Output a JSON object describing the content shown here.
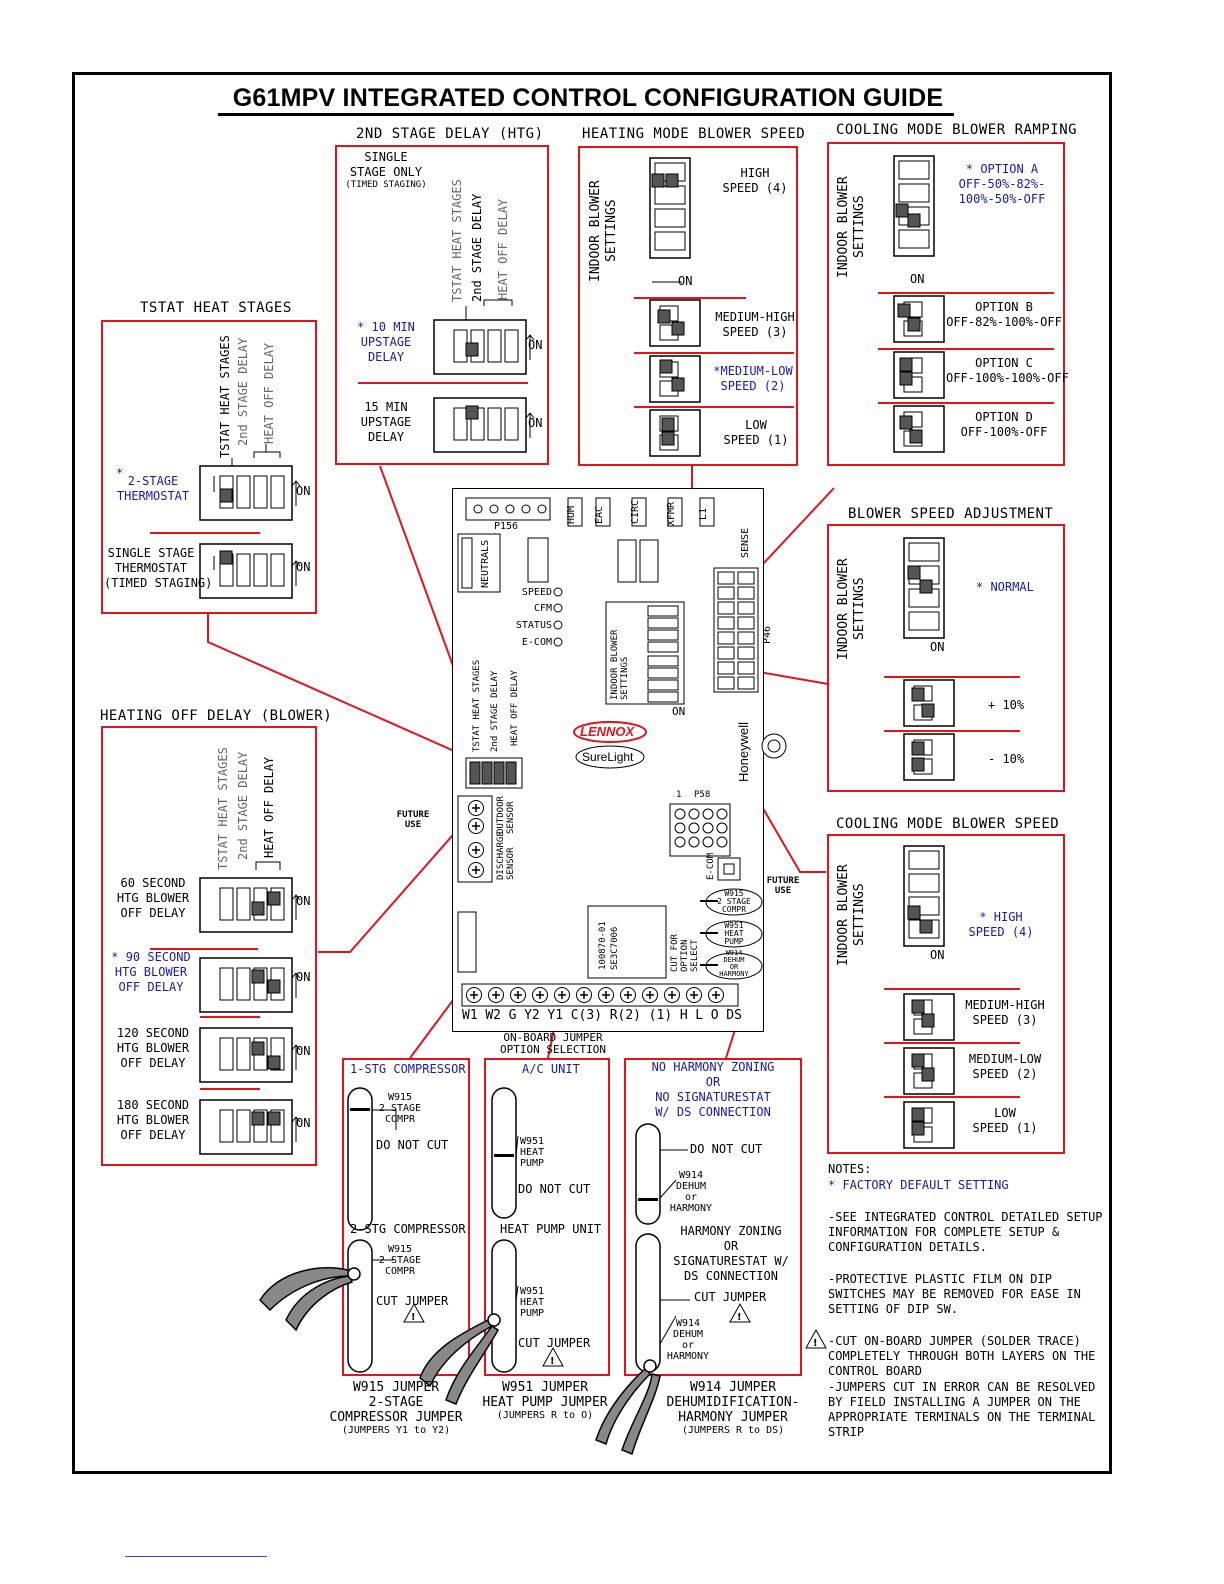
{
  "title": "G61MPV INTEGRATED CONTROL CONFIGURATION GUIDE",
  "sections": {
    "tstat_heat_stages": {
      "header": "TSTAT HEAT STAGES",
      "col_labels": [
        "TSTAT HEAT STAGES",
        "2nd STAGE DELAY",
        "HEAT OFF DELAY"
      ],
      "opt1_mark": "*",
      "opt1": [
        "2-STAGE",
        "THERMOSTAT"
      ],
      "opt2": [
        "SINGLE STAGE",
        "THERMOSTAT",
        "(TIMED STAGING)"
      ],
      "on": "ON"
    },
    "second_stage_delay": {
      "header": "2ND STAGE DELAY (HTG)",
      "top": [
        "SINGLE",
        "STAGE ONLY",
        "(TIMED STAGING)"
      ],
      "col_labels": [
        "TSTAT HEAT STAGES",
        "2nd STAGE DELAY",
        "HEAT OFF DELAY"
      ],
      "opt1": [
        "* 10 MIN",
        "UPSTAGE",
        "DELAY"
      ],
      "opt2": [
        "15 MIN",
        "UPSTAGE",
        "DELAY"
      ],
      "on": "ON"
    },
    "heating_blower_speed": {
      "header": "HEATING MODE BLOWER SPEED",
      "side": [
        "INDOOR BLOWER",
        "SETTINGS"
      ],
      "on": "ON",
      "opts": [
        [
          "HIGH",
          "SPEED (4)"
        ],
        [
          "MEDIUM-HIGH",
          "SPEED (3)"
        ],
        [
          "*MEDIUM-LOW",
          "SPEED (2)"
        ],
        [
          "LOW",
          "SPEED (1)"
        ]
      ]
    },
    "cooling_blower_ramping": {
      "header": "COOLING MODE BLOWER RAMPING",
      "side": [
        "INDOOR BLOWER",
        "SETTINGS"
      ],
      "on": "ON",
      "optA": [
        "* OPTION A",
        "OFF-50%-82%-",
        "100%-50%-OFF"
      ],
      "optB": [
        "OPTION B",
        "OFF-82%-100%-OFF"
      ],
      "optC": [
        "OPTION C",
        "OFF-100%-100%-OFF"
      ],
      "optD": [
        "OPTION D",
        "OFF-100%-OFF"
      ]
    },
    "blower_speed_adjustment": {
      "header": "BLOWER SPEED ADJUSTMENT",
      "side": [
        "INDOOR BLOWER",
        "SETTINGS"
      ],
      "on": "ON",
      "normal": "* NORMAL",
      "plus": "+ 10%",
      "minus": "- 10%"
    },
    "heating_off_delay": {
      "header": "HEATING OFF DELAY (BLOWER)",
      "col_labels": [
        "TSTAT HEAT STAGES",
        "2nd STAGE DELAY",
        "HEAT OFF DELAY"
      ],
      "opts": [
        [
          "60 SECOND",
          "HTG BLOWER",
          "OFF DELAY"
        ],
        [
          "* 90 SECOND",
          "HTG BLOWER",
          "OFF DELAY"
        ],
        [
          "120 SECOND",
          "HTG BLOWER",
          "OFF DELAY"
        ],
        [
          "180 SECOND",
          "HTG BLOWER",
          "OFF DELAY"
        ]
      ],
      "on": "ON"
    },
    "cooling_blower_speed": {
      "header": "COOLING MODE BLOWER SPEED",
      "side": [
        "INDOOR BLOWER",
        "SETTINGS"
      ],
      "on": "ON",
      "opts": [
        [
          "* HIGH",
          "SPEED (4)"
        ],
        [
          "MEDIUM-HIGH",
          "SPEED (3)"
        ],
        [
          "MEDIUM-LOW",
          "SPEED (2)"
        ],
        [
          "LOW",
          "SPEED (1)"
        ]
      ]
    }
  },
  "board": {
    "p156": "P156",
    "top_labels": [
      "HUM",
      "EAC",
      "CIRC",
      "XFMR",
      "L1"
    ],
    "sense": "SENSE",
    "neutrals": "NEUTRALS",
    "leds": [
      "SPEED",
      "CFM",
      "STATUS",
      "E-COM"
    ],
    "p46": "P46",
    "p58": "P58",
    "indoor_blower": "INDOOR BLOWER SETTINGS",
    "lennox": "LENNOX",
    "surelight": "SureLight",
    "honeywell": "Honeywell",
    "future_use": [
      "FUTURE",
      "USE"
    ],
    "future_use2": [
      "FUTURE",
      "USE"
    ],
    "outdoor_sensor": "OUTDOOR SENSOR",
    "discharge_sensor": "DISCHARGE SENSOR",
    "ecom": "E-COM",
    "part": [
      "100870-01",
      "SE3C7006"
    ],
    "cut_for": "CUT FOR OPTION SELECT",
    "w915": [
      "W915",
      "2 STAGE",
      "COMPR"
    ],
    "w951": [
      "W951",
      "HEAT",
      "PUMP"
    ],
    "w914": [
      "W914",
      "DEHUM",
      "OR",
      "HARMONY"
    ],
    "terminals": [
      "W1",
      "W2",
      "G",
      "Y2",
      "Y1",
      "C(3)",
      "R(2)",
      "(1)",
      "H",
      "L",
      "O",
      "DS"
    ],
    "col_labels": [
      "TSTAT HEAT STAGES",
      "2nd STAGE DELAY",
      "HEAT OFF DELAY"
    ],
    "on": "ON"
  },
  "jumpers": {
    "header": [
      "ON-BOARD JUMPER",
      "OPTION SELECTION"
    ],
    "compressor": {
      "top": "1-STG COMPRESSOR",
      "w": [
        "W915",
        "2 STAGE",
        "COMPR"
      ],
      "do_not_cut": "DO NOT CUT",
      "mid": "2-STG COMPRESSOR",
      "w2": [
        "W915",
        "2 STAGE",
        "COMPR"
      ],
      "cut": "CUT JUMPER",
      "caption": [
        "W915 JUMPER",
        "2-STAGE",
        "COMPRESSOR JUMPER",
        "(JUMPERS Y1 to Y2)"
      ]
    },
    "heatpump": {
      "top": "A/C UNIT",
      "w": [
        "W951",
        "HEAT",
        "PUMP"
      ],
      "do_not_cut": "DO NOT CUT",
      "mid": "HEAT PUMP UNIT",
      "w2": [
        "W951",
        "HEAT",
        "PUMP"
      ],
      "cut": "CUT JUMPER",
      "caption": [
        "W951 JUMPER",
        "HEAT PUMP JUMPER",
        "(JUMPERS R to O)"
      ]
    },
    "harmony": {
      "top": [
        "NO HARMONY ZONING",
        "OR",
        "NO SIGNATURESTAT",
        "W/ DS CONNECTION"
      ],
      "do_not_cut": "DO NOT CUT",
      "w": [
        "W914",
        "DEHUM",
        "or",
        "HARMONY"
      ],
      "mid": [
        "HARMONY ZONING",
        "OR",
        "SIGNATURESTAT W/",
        "DS CONNECTION"
      ],
      "cut": "CUT JUMPER",
      "w2": [
        "W914",
        "DEHUM",
        "or",
        "HARMONY"
      ],
      "caption": [
        "W914 JUMPER",
        "DEHUMIDIFICATION-",
        "HARMONY JUMPER",
        "(JUMPERS R to DS)"
      ]
    }
  },
  "notes": {
    "title": "NOTES:",
    "default": "* FACTORY DEFAULT SETTING",
    "n1": [
      "-SEE INTEGRATED CONTROL DETAILED SETUP",
      "INFORMATION FOR COMPLETE SETUP &",
      "CONFIGURATION DETAILS."
    ],
    "n2": [
      "-PROTECTIVE PLASTIC FILM ON DIP",
      "SWITCHES MAY BE REMOVED FOR EASE IN",
      "SETTING OF DIP SW."
    ],
    "n3": [
      "-CUT ON-BOARD JUMPER (SOLDER TRACE)",
      "COMPLETELY THROUGH BOTH LAYERS ON THE",
      "CONTROL BOARD"
    ],
    "n4": [
      "-JUMPERS CUT IN ERROR CAN BE RESOLVED",
      "BY FIELD INSTALLING A JUMPER ON THE",
      "APPROPRIATE TERMINALS ON THE TERMINAL",
      "STRIP"
    ]
  },
  "colors": {
    "red": "#e0141e",
    "blue": "#1a1aa8"
  }
}
